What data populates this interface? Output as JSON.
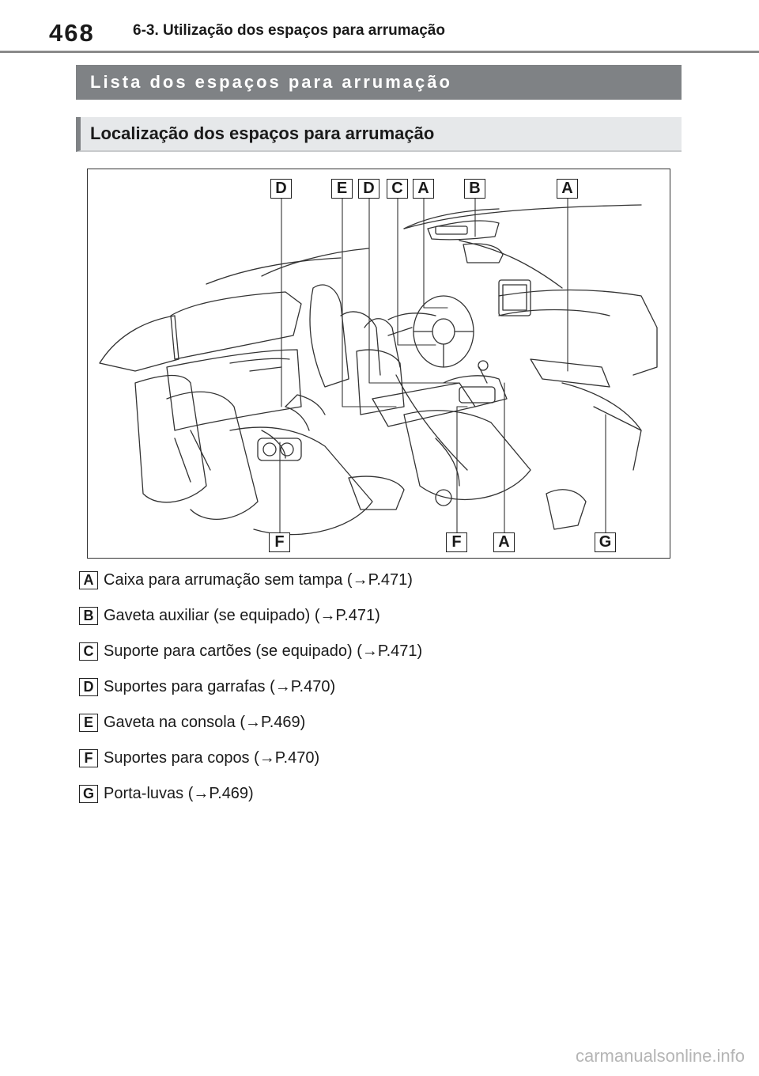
{
  "header": {
    "page_number": "468",
    "section_title": "6-3. Utilização dos espaços para arrumação"
  },
  "bands": {
    "main_title": "Lista dos espaços para arrumação",
    "sub_title": "Localização dos espaços para arrumação"
  },
  "figure": {
    "top_callouts": [
      "D",
      "E",
      "D",
      "C",
      "A",
      "B",
      "A"
    ],
    "bottom_callouts": [
      "F",
      "F",
      "A",
      "G"
    ]
  },
  "legend": [
    {
      "letter": "A",
      "text": "Caixa para arrumação sem tampa (→P.471)"
    },
    {
      "letter": "B",
      "text": "Gaveta auxiliar (se equipado) (→P.471)"
    },
    {
      "letter": "C",
      "text": "Suporte para cartões (se equipado) (→P.471)"
    },
    {
      "letter": "D",
      "text": "Suportes para garrafas (→P.470)"
    },
    {
      "letter": "E",
      "text": "Gaveta na consola (→P.469)"
    },
    {
      "letter": "F",
      "text": "Suportes para copos (→P.470)"
    },
    {
      "letter": "G",
      "text": "Porta-luvas (→P.469)"
    }
  ],
  "footer": {
    "watermark": "carmanualsonline.info"
  }
}
